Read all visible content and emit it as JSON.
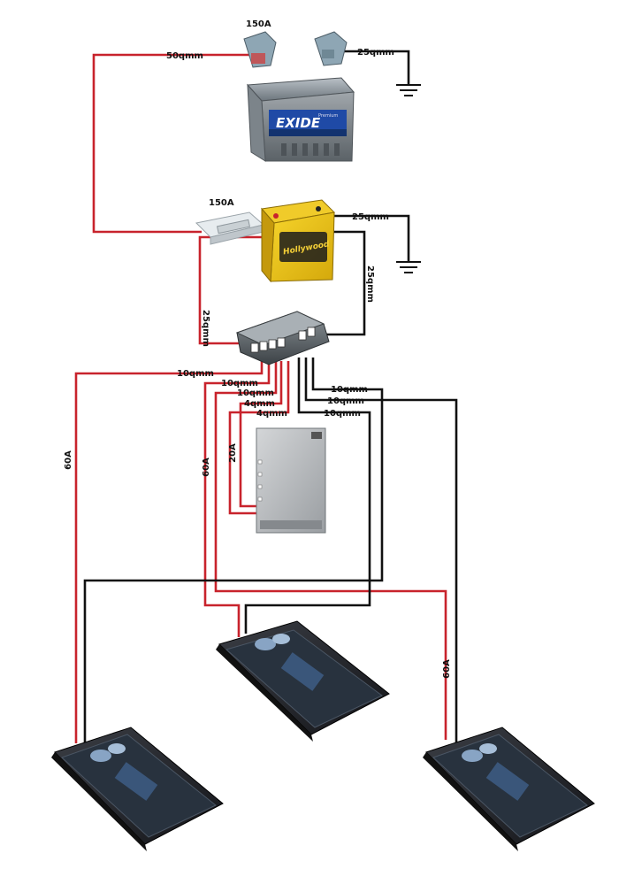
{
  "labels": {
    "fuse_top": "150A",
    "fuse_mid": "150A",
    "cable_main": "50qmm",
    "cable_ground_top": "25qmm",
    "cable_ground_mid": "25qmm",
    "cable_left_vertical": "25qmm",
    "cable_right_vertical": "25qmm",
    "out_1": "10qmm",
    "out_2": "10qmm",
    "out_3": "10qmm",
    "out_4": "4qmm",
    "out_5": "4qmm",
    "out_6": "10qmm",
    "out_7": "10qmm",
    "out_8": "10qmm",
    "fuse_amp_left": "60A",
    "fuse_amp_center": "60A",
    "fuse_amp_right": "60A",
    "fuse_dsp": "20A"
  },
  "components": {
    "main_battery_brand": "EXIDE",
    "main_battery_model": "Premium",
    "aux_battery_brand": "Hollywood"
  },
  "colors": {
    "positive_wire": "#c8232c",
    "ground_wire": "#111111"
  }
}
